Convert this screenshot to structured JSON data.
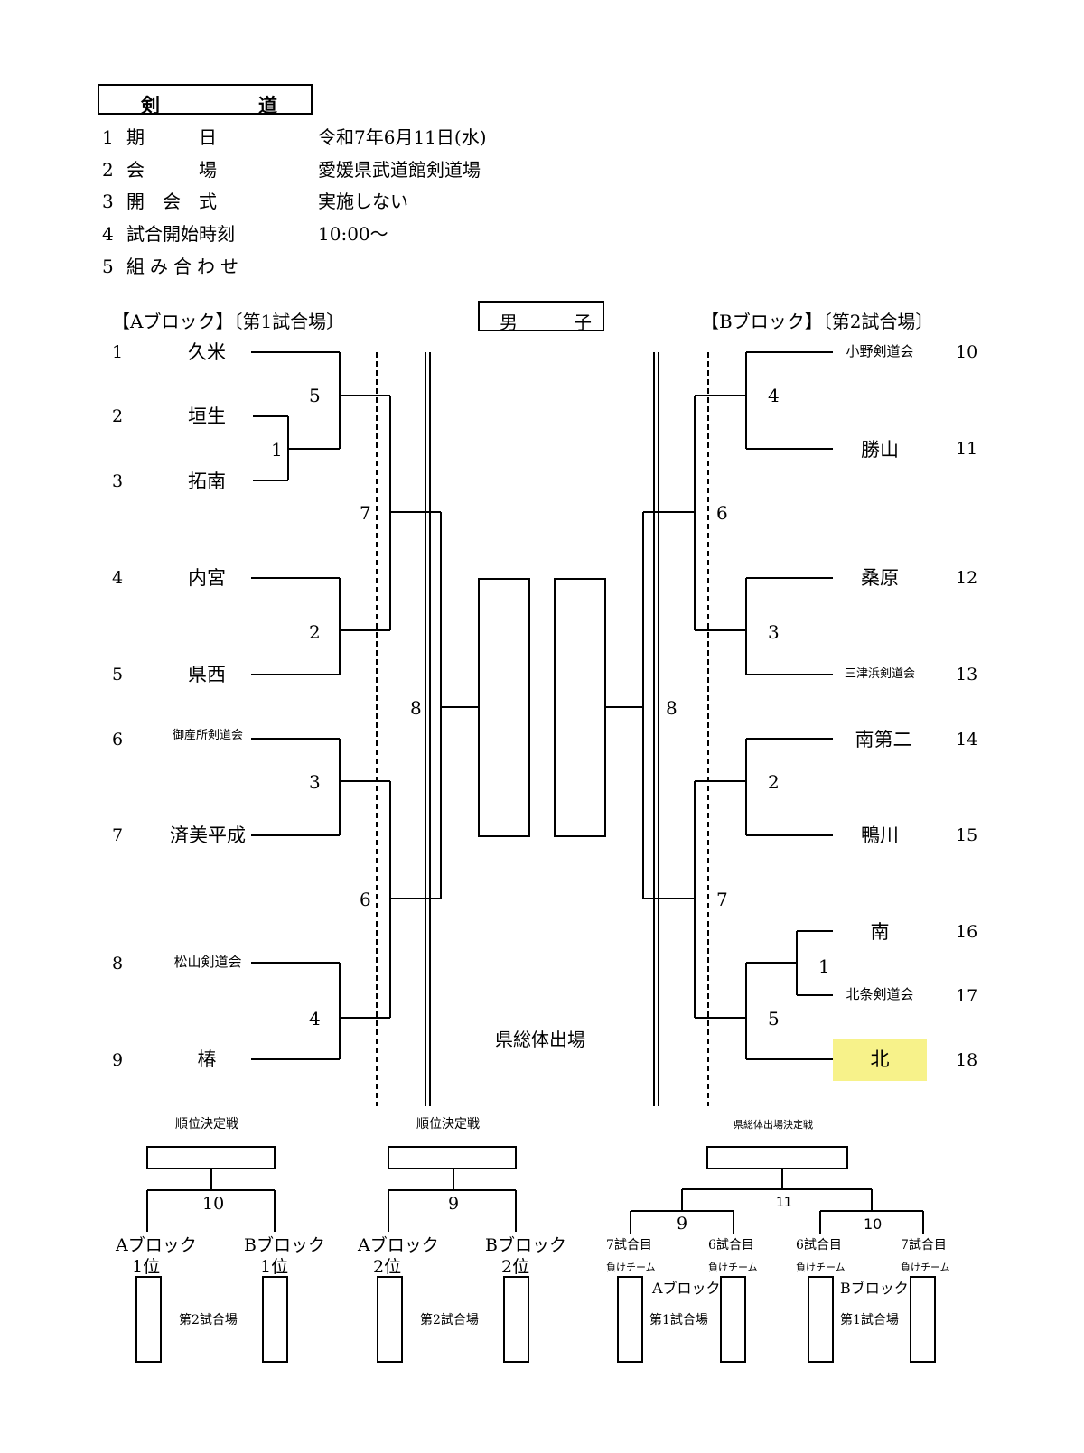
{
  "title": {
    "left": "剣",
    "right": "道"
  },
  "info": [
    {
      "num": "1",
      "label": "期　　　日",
      "value": "令和7年6月11日(水)"
    },
    {
      "num": "2",
      "label": "会　　　場",
      "value": "愛媛県武道館剣道場"
    },
    {
      "num": "3",
      "label": "開　会　式",
      "value": "実施しない"
    },
    {
      "num": "4",
      "label": "試合開始時刻",
      "value": "10:00〜"
    },
    {
      "num": "5",
      "label": "組み合わせ",
      "value": ""
    }
  ],
  "blocks": {
    "a_header": "【Aブロック】〔第1試合場〕",
    "b_header": "【Bブロック】〔第2試合場〕",
    "boys_left": "男",
    "boys_right": "子"
  },
  "a_teams": [
    {
      "seed": "1",
      "name": "久米"
    },
    {
      "seed": "2",
      "name": "垣生"
    },
    {
      "seed": "3",
      "name": "拓南"
    },
    {
      "seed": "4",
      "name": "内宮"
    },
    {
      "seed": "5",
      "name": "県西"
    },
    {
      "seed": "6",
      "name": "御産所剣道会"
    },
    {
      "seed": "7",
      "name": "済美平成"
    },
    {
      "seed": "8",
      "name": "松山剣道会"
    },
    {
      "seed": "9",
      "name": "椿"
    }
  ],
  "b_teams": [
    {
      "seed": "10",
      "name": "小野剣道会"
    },
    {
      "seed": "11",
      "name": "勝山"
    },
    {
      "seed": "12",
      "name": "桑原"
    },
    {
      "seed": "13",
      "name": "三津浜剣道会"
    },
    {
      "seed": "14",
      "name": "南第二"
    },
    {
      "seed": "15",
      "name": "鴨川"
    },
    {
      "seed": "16",
      "name": "南"
    },
    {
      "seed": "17",
      "name": "北条剣道会"
    },
    {
      "seed": "18",
      "name": "北"
    }
  ],
  "a_matches": [
    "5",
    "1",
    "7",
    "2",
    "8",
    "3",
    "6",
    "4"
  ],
  "b_matches": [
    "4",
    "6",
    "3",
    "8",
    "2",
    "7",
    "1",
    "5"
  ],
  "center_label": "県総体出場",
  "bottom": {
    "g1": {
      "title": "順位決定戦",
      "match": "10",
      "left": "Aブロック",
      "left_rank": "1位",
      "right": "Bブロック",
      "right_rank": "1位",
      "venue": "第2試合場"
    },
    "g2": {
      "title": "順位決定戦",
      "match": "9",
      "left": "Aブロック",
      "left_rank": "2位",
      "right": "Bブロック",
      "right_rank": "2位",
      "venue": "第2試合場"
    },
    "g3": {
      "title": "県総体出場決定戦",
      "final": "11",
      "left_match": "9",
      "right_match": "10",
      "c1": "7試合目",
      "c2": "6試合目",
      "c3": "6試合目",
      "c4": "7試合目",
      "lose": "負けチーム",
      "ablock": "Aブロック",
      "bblock": "Bブロック",
      "venue_a": "第1試合場",
      "venue_b": "第1試合場"
    }
  },
  "colors": {
    "highlight": "#f7f28a"
  }
}
